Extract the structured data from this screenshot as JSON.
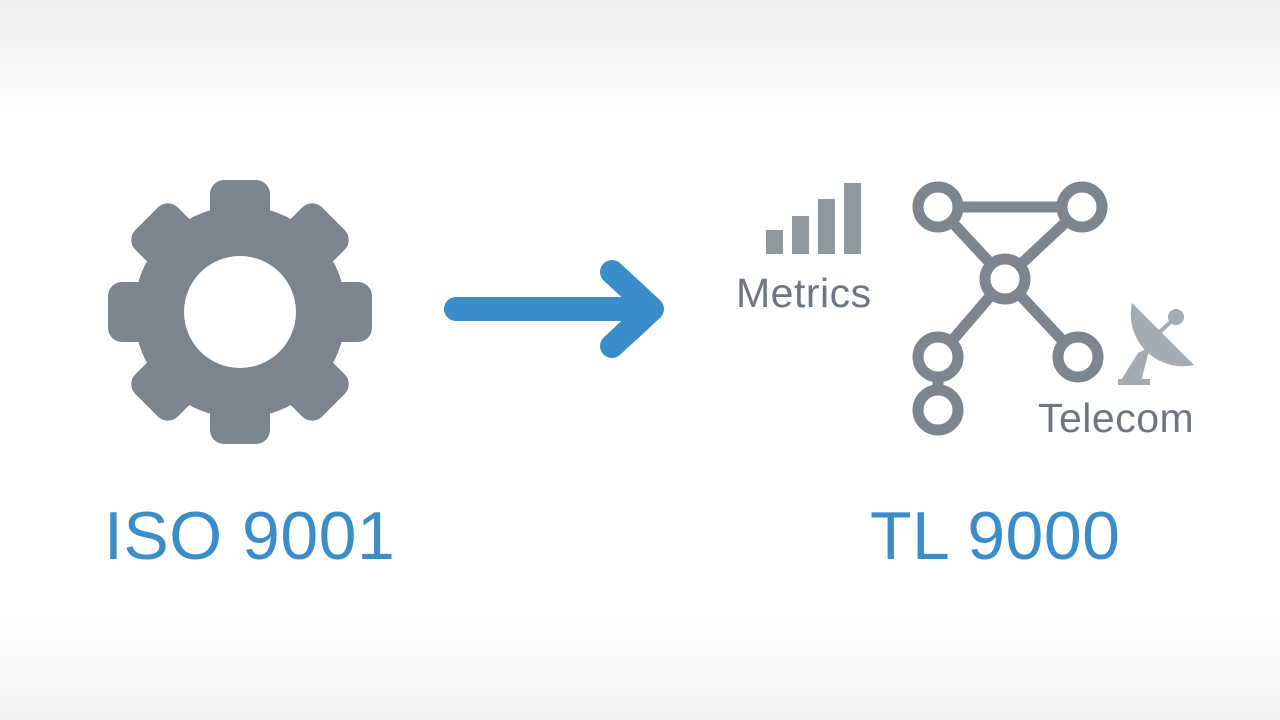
{
  "left": {
    "title": "ISO 9001",
    "icon": "gear-icon"
  },
  "connector": {
    "icon": "arrow-right-icon"
  },
  "right": {
    "title": "TL 9000",
    "metrics_label": "Metrics",
    "telecom_label": "Telecom",
    "icons": [
      "bar-chart-icon",
      "network-icon",
      "satellite-dish-icon"
    ]
  },
  "colors": {
    "accent": "#3b8dca",
    "icon_gray": "#7d868e",
    "label_gray": "#6e7780",
    "background": "#ffffff"
  }
}
